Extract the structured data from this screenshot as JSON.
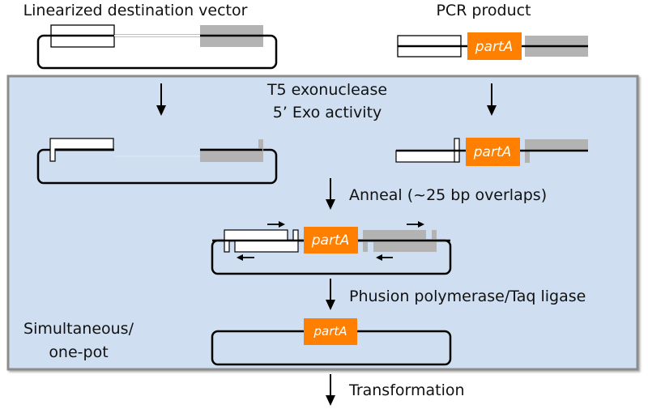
{
  "title_left": "Linearized destination vector",
  "title_right": "PCR product",
  "steps": {
    "exo_line1": "T5 exonuclease",
    "exo_line2": "5’ Exo activity",
    "anneal": "Anneal (~25 bp overlaps)",
    "polymerase": "Phusion polymerase/Taq ligase",
    "transformation": "Transformation"
  },
  "note": {
    "line1": "Simultaneous/",
    "line2": "one-pot"
  },
  "insert_label": "partA",
  "colors": {
    "panel_fill": "#cfdff1",
    "panel_border": "#8c8c8c",
    "insert": "#ff7f00",
    "homology_gray": "#b3b3b3",
    "homology_white": "#ffffff",
    "dna_line": "#000000"
  }
}
